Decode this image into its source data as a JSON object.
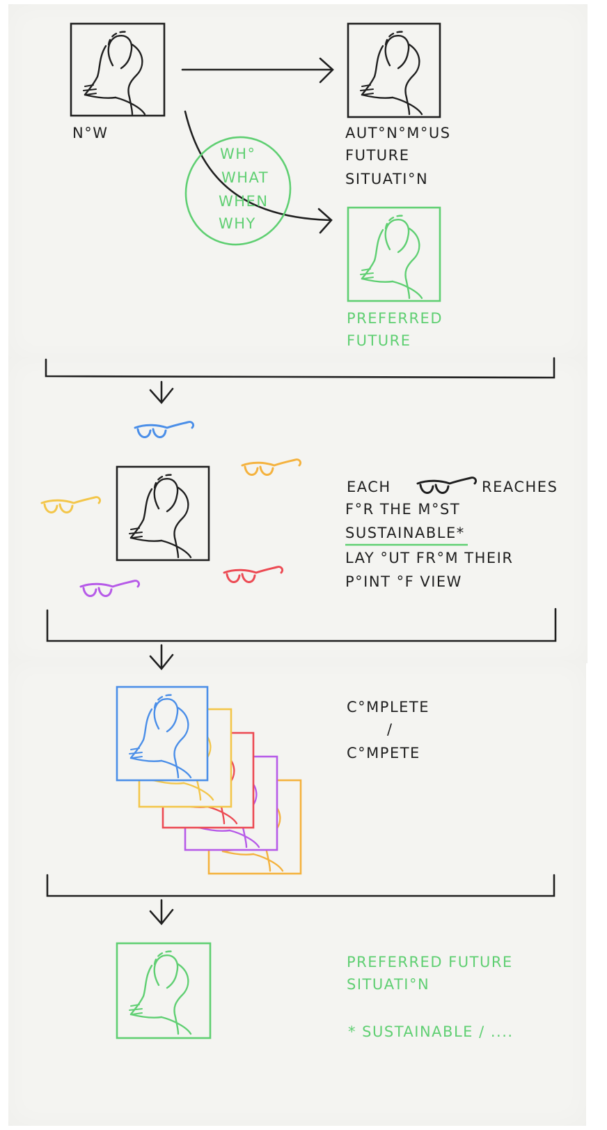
{
  "colors": {
    "ink": "#1f1f1f",
    "green": "#5fcf72",
    "blue": "#4a8ee8",
    "yellow": "#f3c64a",
    "orange": "#f4b23e",
    "red": "#ec4a53",
    "purple": "#b65ae8"
  },
  "stage1": {
    "now_label": "N°W",
    "autonomous_label_lines": [
      "AUT°N°M°US",
      "FUTURE",
      "SITUATI°N"
    ],
    "questions": [
      "WH°",
      "WHAT",
      "WHEN",
      "WHY"
    ],
    "preferred_label_lines": [
      "PREFERRED",
      "FUTURE"
    ]
  },
  "stage2": {
    "text_lines": [
      "EACH",
      "REACHES",
      "F°R THE M°ST",
      "SUSTAINABLE*",
      "LAY °UT FR°M THEIR",
      "P°INT °F VIEW"
    ],
    "glasses_icon": "glasses-icon"
  },
  "stage3": {
    "text_lines": [
      "C°MPLETE",
      "/",
      "C°MPETE"
    ]
  },
  "stage4": {
    "text_lines": [
      "PREFERRED FUTURE",
      "SITUATI°N"
    ],
    "footnote": "* SUSTAINABLE / ...."
  }
}
